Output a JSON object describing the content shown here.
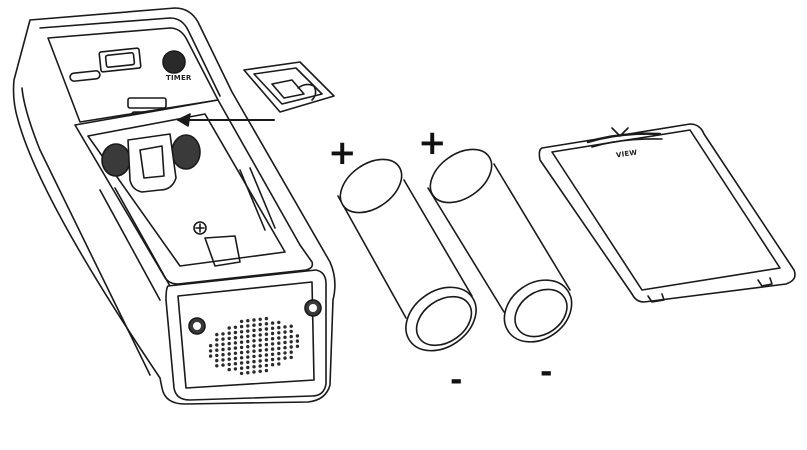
{
  "diagram": {
    "plus_left": "+",
    "plus_right": "+",
    "minus_left": "-",
    "minus_right": "-",
    "device_button_label": "TIMER",
    "cover_label": "VIEW"
  },
  "colors": {
    "stroke": "#1a1a1a",
    "fill": "#ffffff",
    "dark_fill": "#3a3a3a"
  },
  "icons": [
    "device-housing",
    "battery-cover",
    "latch-clip",
    "battery",
    "speaker-grille-icon",
    "arrow-icon"
  ]
}
